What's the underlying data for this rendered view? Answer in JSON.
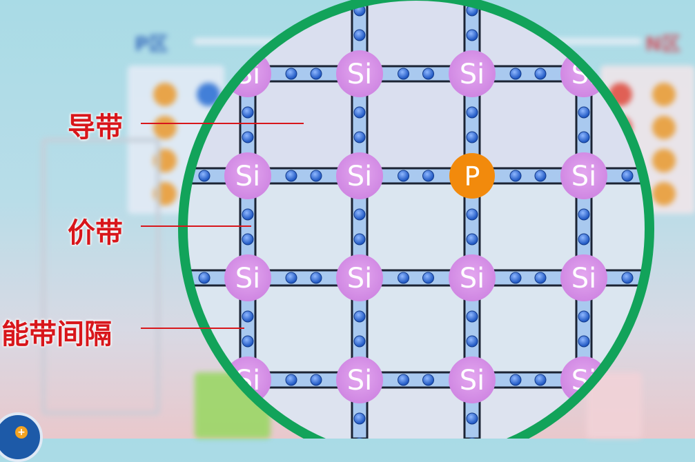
{
  "background": {
    "left_region_label": "P区",
    "right_region_label": "N区"
  },
  "labels": {
    "conduction_band": "导带",
    "valence_band": "价带",
    "band_gap": "能带间隔"
  },
  "lattice": {
    "atom_label": "Si",
    "dopant_label": "P",
    "rows": [
      [
        "Si",
        "Si",
        "Si",
        "Si"
      ],
      [
        "Si",
        "Si",
        "P",
        "Si"
      ],
      [
        "Si",
        "Si",
        "Si",
        "Si"
      ],
      [
        "Si",
        "Si",
        "Si",
        "Si"
      ]
    ]
  },
  "colors": {
    "magnifier_ring": "#12a35a",
    "silicon_atom": "#d68ee6",
    "phosphorus_atom": "#f28a0c",
    "bond": "#a9c9ef",
    "electron": "#2f6fd6",
    "label_red": "#d8161b"
  },
  "corner_badge": "+"
}
